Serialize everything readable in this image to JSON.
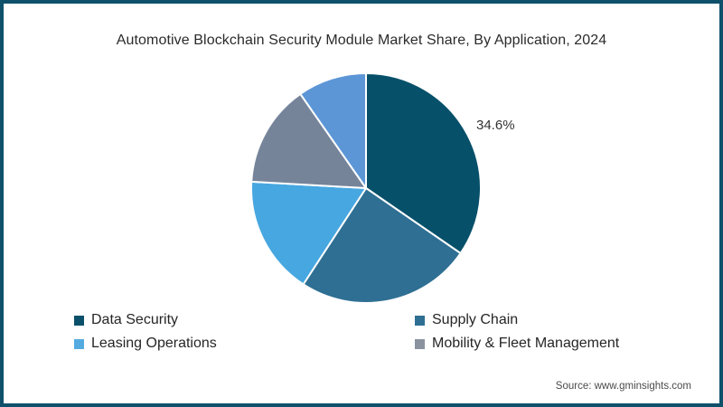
{
  "title": "Automotive Blockchain Security Module Market Share, By Application, 2024",
  "chart_data": {
    "type": "pie",
    "title": "Automotive Blockchain Security Module Market Share, By Application, 2024",
    "unit": "%",
    "start_angle_deg": 0,
    "direction": "clockwise",
    "slices": [
      {
        "label": "Data Security",
        "value": 34.6,
        "color": "#07506a",
        "data_label": "34.6%"
      },
      {
        "label": "Supply Chain",
        "value": 24.6,
        "color": "#2f6f93",
        "data_label": ""
      },
      {
        "label": "Leasing Operations",
        "value": 16.7,
        "color": "#47a7e0",
        "data_label": ""
      },
      {
        "label": "Mobility & Fleet Management",
        "value": 14.4,
        "color": "#76849a",
        "data_label": ""
      },
      {
        "label": "",
        "value": 9.7,
        "color": "#5c96d6",
        "data_label": ""
      }
    ],
    "annotations": [
      {
        "text": "34.6%",
        "attached_to_slice": "Data Security",
        "position": "outside-right"
      }
    ],
    "legend_position": "bottom",
    "slice_divider_color": "#ffffff"
  },
  "annotation": {
    "share_label": "34.6%"
  },
  "legend": {
    "items": [
      {
        "label": "Data Security",
        "color": "#0b506a"
      },
      {
        "label": "Supply Chain",
        "color": "#2f6f93"
      },
      {
        "label": "Leasing Operations",
        "color": "#55abe0"
      },
      {
        "label": "Mobility & Fleet Management",
        "color": "#8a939f"
      }
    ]
  },
  "source": {
    "text": "Source: www.gminsights.com"
  },
  "colors": {
    "frame_border": "#0f506b",
    "background": "#ffffff",
    "title_text": "#2b2b2b",
    "label_text": "#333333"
  }
}
